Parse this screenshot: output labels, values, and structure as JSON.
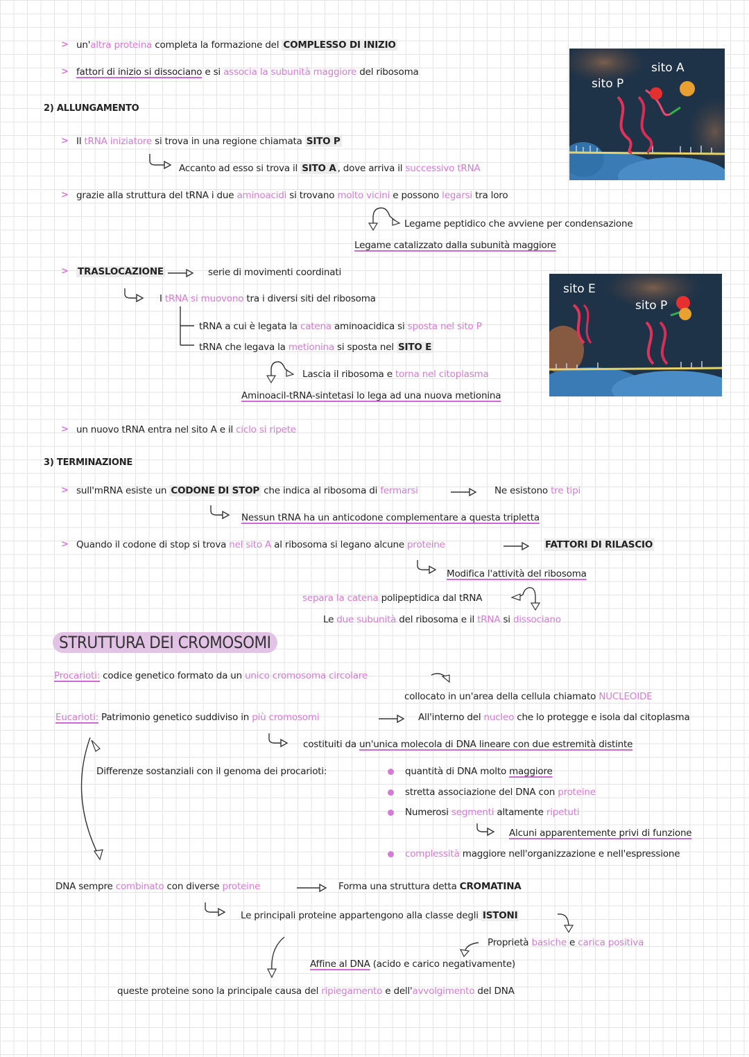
{
  "s1": {
    "l1": {
      "a": "un'",
      "b": "altra proteina",
      "c": " completa la formazione del ",
      "d": "COMPLESSO DI INIZIO"
    },
    "l2": {
      "a": "fattori di inizio si dissociano",
      "b": " e si ",
      "c": "associa la subunità maggiore",
      "d": " del ribosoma"
    }
  },
  "h2": "2) ALLUNGAMENTO",
  "s2": {
    "l1": {
      "a": "Il ",
      "b": "tRNA iniziatore",
      "c": " si trova in una regione chiamata ",
      "d": "SITO P"
    },
    "l2": {
      "a": "Accanto ad esso si trova il ",
      "b": "SITO A",
      "c": ", dove arriva il ",
      "d": "successivo tRNA"
    },
    "l3": {
      "a": "grazie alla struttura del tRNA i due ",
      "b": "aminoacidi",
      "c": " si trovano ",
      "d": "molto vicini",
      "e": " e possono ",
      "f": "legarsi",
      "g": " tra loro"
    },
    "l4": "Legame peptidico che avviene per condensazione",
    "l5": "Legame catalizzato dalla subunità maggiore"
  },
  "s3": {
    "l1a": "TRASLOCAZIONE",
    "l1b": "serie di movimenti coordinati",
    "l2": {
      "a": "I ",
      "b": "tRNA si muovono",
      "c": " tra i diversi siti del ribosoma"
    },
    "l3": {
      "a": "tRNA a cui è legata la ",
      "b": "catena",
      "c": " aminoacidica si ",
      "d": "sposta nel sito P"
    },
    "l4": {
      "a": "tRNA che legava la ",
      "b": "metionina",
      "c": " si sposta nel ",
      "d": "SITO E"
    },
    "l5": {
      "a": "Lascia il ribosoma e ",
      "b": "torna nel citoplasma"
    },
    "l6": "Aminoacil-tRNA-sintetasi lo lega ad una nuova metionina",
    "l7": {
      "a": "un nuovo tRNA entra nel sito A e il ",
      "b": "ciclo si ripete"
    }
  },
  "h3": "3) TERMINAZIONE",
  "s4": {
    "l1": {
      "a": "sull'mRNA esiste un ",
      "b": "CODONE DI STOP",
      "c": " che indica al ribosoma di ",
      "d": "fermarsi"
    },
    "l1r": {
      "a": "Ne esistono ",
      "b": "tre tipi"
    },
    "l2": "Nessun tRNA ha un anticodone complementare a questa tripletta",
    "l3": {
      "a": "Quando il codone di stop si trova ",
      "b": "nel sito A",
      "c": " al ribosoma si legano alcune ",
      "d": "proteine"
    },
    "l3r": "FATTORI DI RILASCIO",
    "l4": "Modifica l'attività del ribosoma",
    "l5": {
      "a": "separa la catena",
      "b": " polipeptidica dal tRNA"
    },
    "l6": {
      "a": "Le ",
      "b": "due subunità",
      "c": " del ribosoma e il ",
      "d": "tRNA",
      "e": " si ",
      "f": "dissociano"
    }
  },
  "title": "STRUTTURA DEI CROMOSOMI",
  "s5": {
    "pro": {
      "a": "Procarioti:",
      "b": " codice genetico formato da un ",
      "c": "unico cromosoma circolare"
    },
    "pro2": {
      "a": "collocato in un'area della cellula chiamato ",
      "b": "NUCLEOIDE"
    },
    "euc": {
      "a": "Eucarioti:",
      "b": " Patrimonio genetico suddiviso in ",
      "c": "più cromosomi"
    },
    "euc2": {
      "a": "All'interno del ",
      "b": "nucleo",
      "c": " che lo protegge e isola dal citoplasma"
    },
    "euc3": {
      "a": "costituiti da ",
      "b": "un'unica molecola di DNA lineare con due estremità distinte"
    },
    "diff": "Differenze sostanziali con il genoma dei procarioti:",
    "b1": {
      "a": "quantità di DNA molto ",
      "b": "maggiore"
    },
    "b2": {
      "a": "stretta associazione del DNA con ",
      "b": "proteine"
    },
    "b3": {
      "a": "Numerosi ",
      "b": "segmenti",
      "c": " altamente ",
      "d": "ripetuti"
    },
    "b3s": "Alcuni apparentemente privi di funzione",
    "b4": {
      "a": "complessità",
      "b": " maggiore nell'organizzazione e nell'espressione"
    },
    "dna": {
      "a": "DNA sempre ",
      "b": "combinato",
      "c": " con diverse ",
      "d": "proteine"
    },
    "dnar": {
      "a": "Forma una struttura detta ",
      "b": "CROMATINA"
    },
    "ist": {
      "a": "Le principali proteine appartengono alla classe degli ",
      "b": "ISTONI"
    },
    "prop": {
      "a": "Proprietà ",
      "b": "basiche",
      "c": " e ",
      "d": "carica positiva"
    },
    "aff": {
      "a": "Affine al DNA",
      "b": " (acido e carico negativamente)"
    },
    "last": {
      "a": "queste proteine sono la principale causa del ",
      "b": "ripiegamento",
      "c": " e dell'",
      "d": "avvolgimento",
      "e": " del DNA"
    }
  },
  "images": {
    "img1": {
      "label1": "sito P",
      "label2": "sito A"
    },
    "img2": {
      "label1": "sito E",
      "label2": "sito P"
    }
  },
  "colors": {
    "accent": "#d77ad6",
    "title_bg": "#e2c3e6",
    "highlight": "#ececec"
  }
}
